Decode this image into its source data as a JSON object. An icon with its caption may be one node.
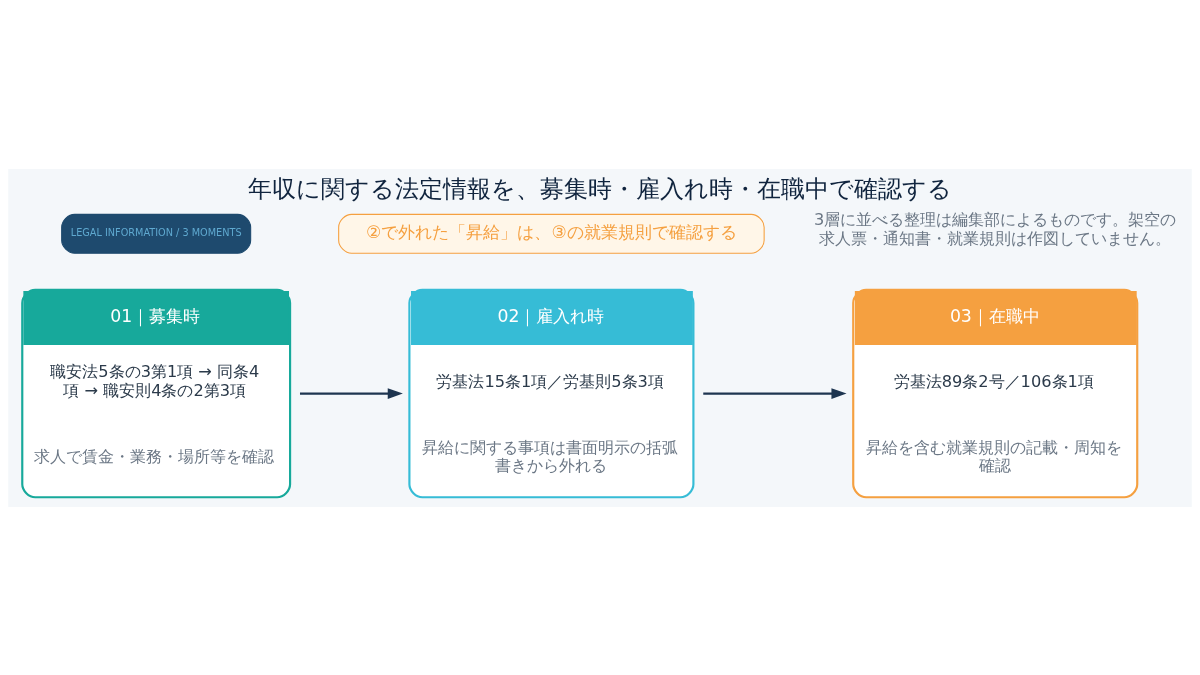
{
  "diagram": {
    "title": "年収に関する法定情報を、募集時・雇入れ時・在職中で確認する",
    "nodes": [
      {
        "text": [
          "01｜募集時",
          "職安法5条の3第1項 → 同条4項 → 職安則4条の2第3項",
          "求人で賃金・業務・場所等を確認"
        ]
      },
      {
        "text": [
          "02｜雇入れ時",
          "労基法15条1項／労基則5条3項",
          "昇給に関する事項は書面明示の括弧書きから外れる"
        ]
      },
      {
        "text": [
          "03｜在職中",
          "労基法89条2号／106条1項",
          "昇給を含む就業規則の記載・周知を確認"
        ]
      },
      {
        "text": [
          "②で外れた「昇給」は、③の就業規則で確認する"
        ]
      }
    ],
    "edges": [
      {
        "from": 0,
        "to": 1,
        "arrow": "to"
      },
      {
        "from": 1,
        "to": 2,
        "arrow": "to"
      }
    ],
    "labels": [
      "LEGAL INFORMATION / 3 MOMENTS",
      "3層に並べる整理は編集部によるものです。架空の求人票・通知書・就業規則は作図していません。"
    ]
  }
}
